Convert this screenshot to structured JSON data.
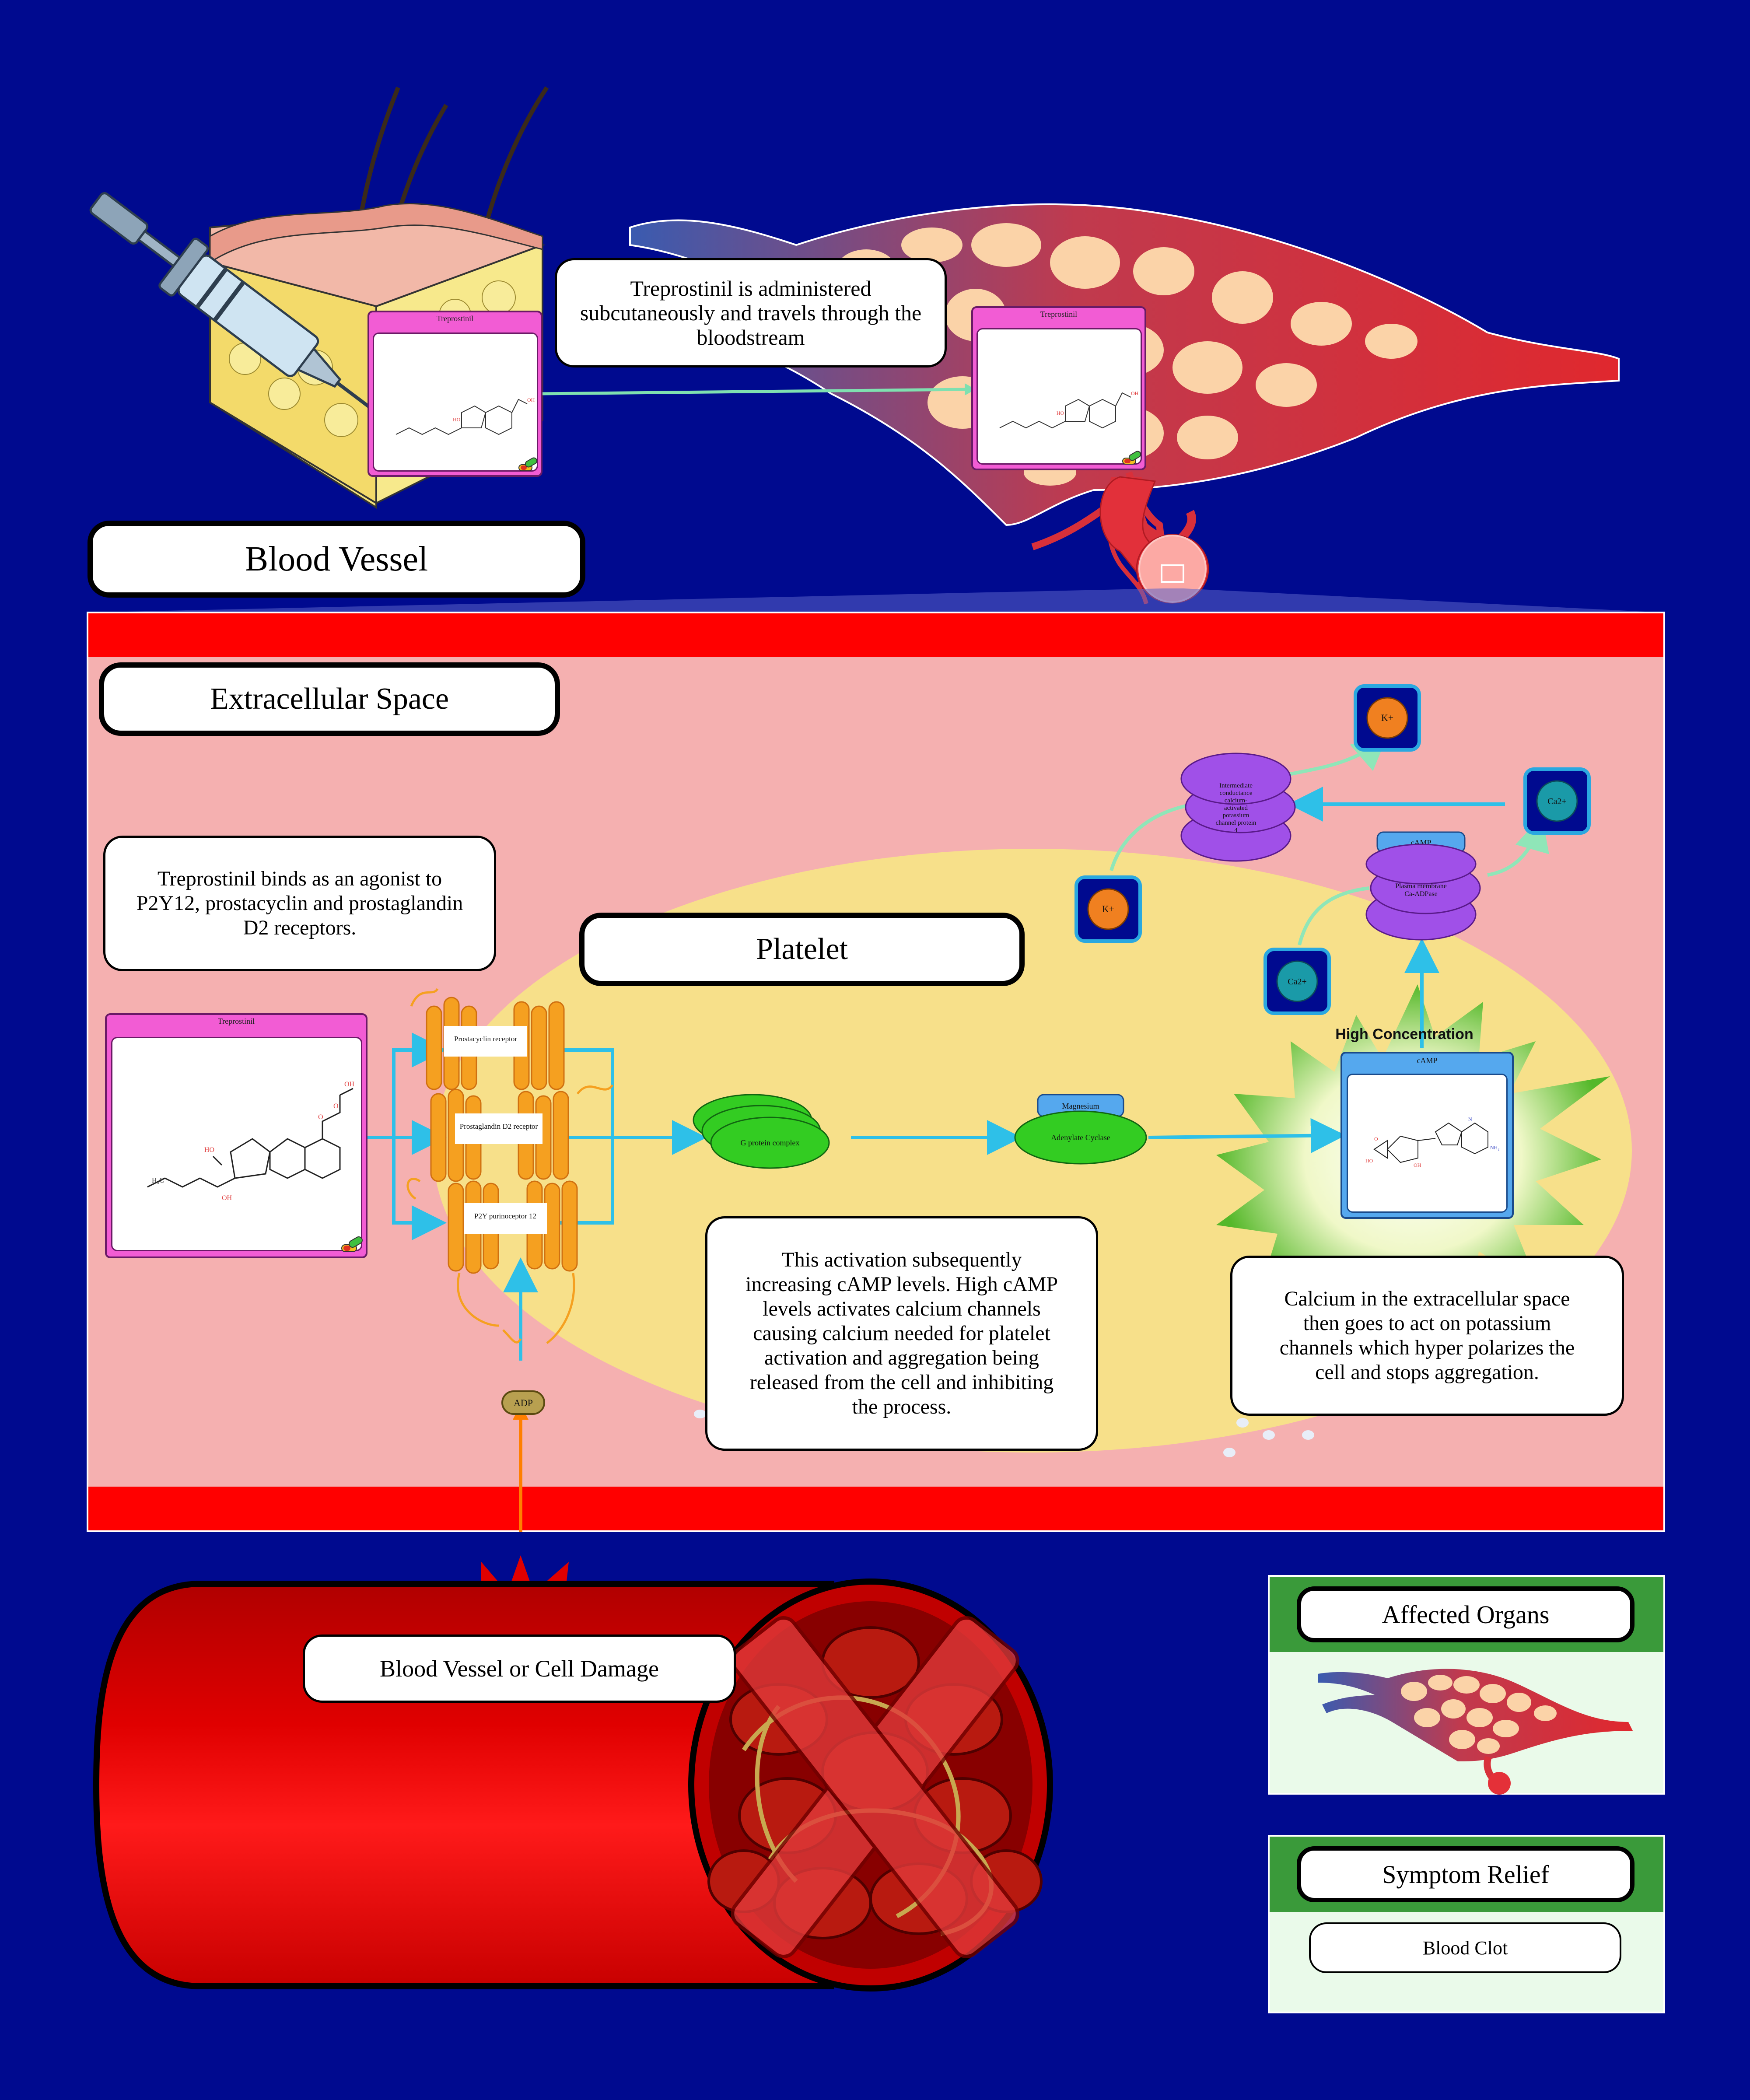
{
  "top": {
    "card_left": "Treprostinil",
    "card_right": "Treprostinil",
    "callout": "Treprostinil is administered subcutaneously and travels through the bloodstream",
    "blood_vessel_title": "Blood Vessel"
  },
  "panel": {
    "extracellular_title": "Extracellular Space",
    "platelet_title": "Platelet",
    "binds_callout": "Treprostinil binds as an agonist to P2Y12, prostacyclin and prostaglandin D2 receptors.",
    "drug_card": "Treprostinil",
    "receptors": [
      "Prostacyclin receptor",
      "Prostaglandin D2 receptor",
      "P2Y purinoceptor 12"
    ],
    "g_protein": "G protein complex",
    "magnesium": "Magnesium",
    "adenylate": "Adenylate Cyclase",
    "camp_card": "cAMP",
    "high_conc": "High Concentration",
    "camp_tag": "cAMP",
    "pmca": "Plasma membrane Ca-ADPase",
    "channel": "Intermediate conductance calcium-activated potassium channel protein 4",
    "ions": {
      "k1": "K+",
      "k2": "K+",
      "ca1": "Ca2+",
      "ca2": "Ca2+"
    },
    "adp": "ADP",
    "activation_callout": "This activation subsequently increasing cAMP levels. High cAMP levels activates calcium channels causing calcium needed for platelet activation and aggregation being released from the cell and inhibiting the process.",
    "calcium_callout": "Calcium in the extracellular space then goes to act on potassium channels which hyper polarizes the cell and stops aggregation."
  },
  "bottom": {
    "damage_label": "Blood Vessel or Cell Damage",
    "affected_title": "Affected Organs",
    "relief_title": "Symptom Relief",
    "relief_item": "Blood Clot"
  },
  "colors": {
    "background": "#000a8f",
    "panel_pink": "#f5b0b0",
    "panel_red": "#ff0000",
    "platelet_yellow": "#f7e08a",
    "drug_magenta": "#f25cd4",
    "arrow_cyan": "#2ec0e8",
    "arrow_orange": "#ff7f00",
    "green_node": "#33cc22",
    "organ_green": "#3a9a3a"
  }
}
